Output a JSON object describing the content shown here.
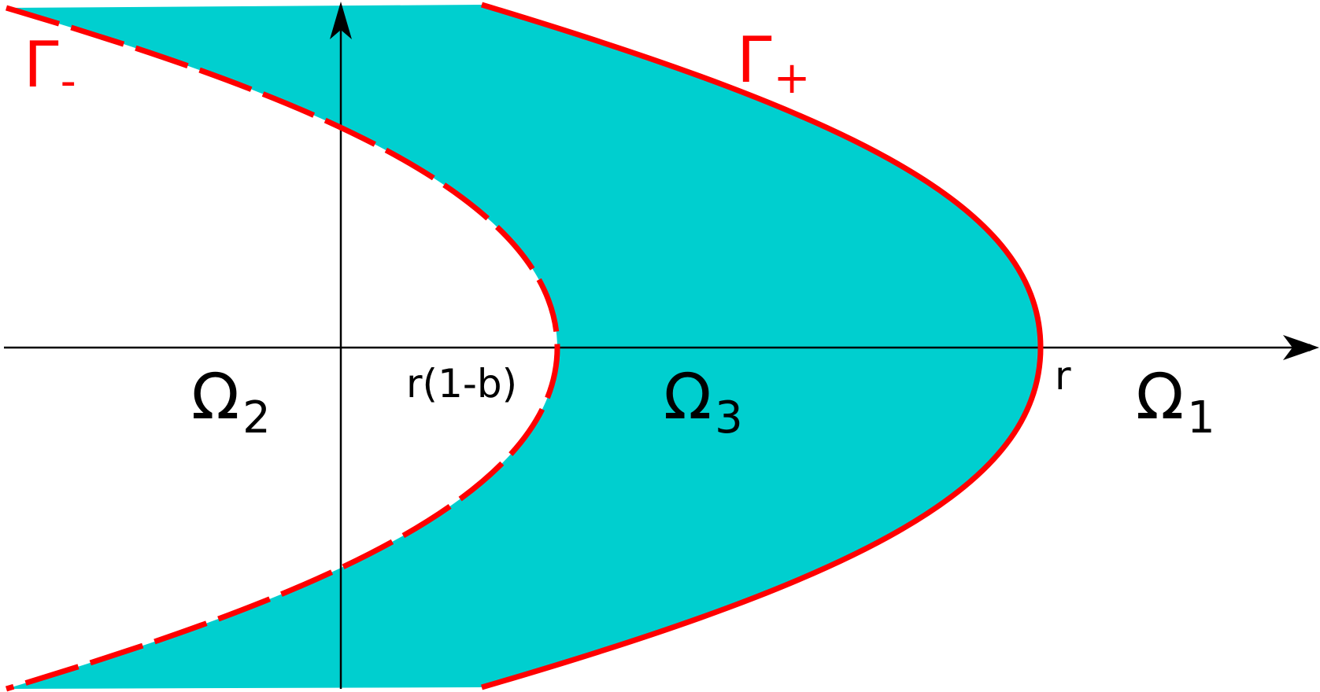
{
  "colors": {
    "fill": "#00cfcf",
    "curve": "#ff0000",
    "axis": "#000000",
    "label": "#000000",
    "curve_label": "#ff0000"
  },
  "curves": {
    "gamma_minus": {
      "symbol": "Γ",
      "subscript": "-",
      "style": "dashed"
    },
    "gamma_plus": {
      "symbol": "Γ",
      "subscript": "+",
      "style": "solid"
    }
  },
  "regions": {
    "omega_2": {
      "symbol": "Ω",
      "subscript": "2"
    },
    "omega_3": {
      "symbol": "Ω",
      "subscript": "3"
    },
    "omega_1": {
      "symbol": "Ω",
      "subscript": "1"
    }
  },
  "axis_labels": {
    "inner_vertex": "r(1-b)",
    "outer_vertex": "r"
  }
}
